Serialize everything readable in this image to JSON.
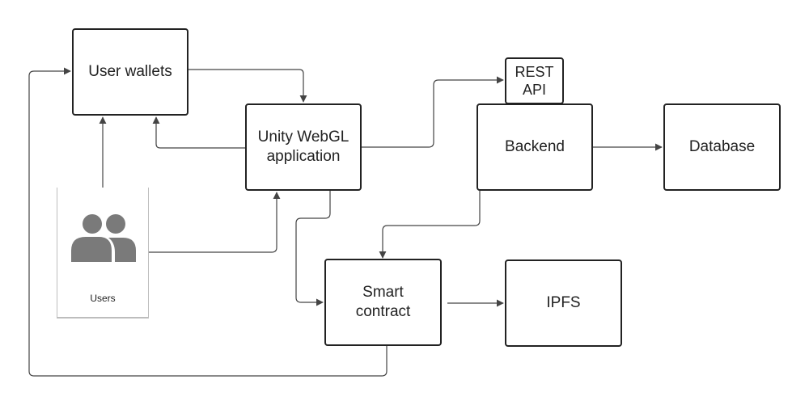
{
  "diagram": {
    "nodes": {
      "user_wallets": "User wallets",
      "unity_app": "Unity WebGL\napplication",
      "rest_api": "REST\nAPI",
      "backend": "Backend",
      "database": "Database",
      "smart_contract": "Smart\ncontract",
      "ipfs": "IPFS"
    },
    "actor": {
      "label": "Users",
      "icon": "users-icon"
    },
    "colors": {
      "stroke": "#222222",
      "connector": "#444444",
      "actor_border": "#bdbdbd",
      "actor_icon": "#7a7a7a"
    }
  }
}
